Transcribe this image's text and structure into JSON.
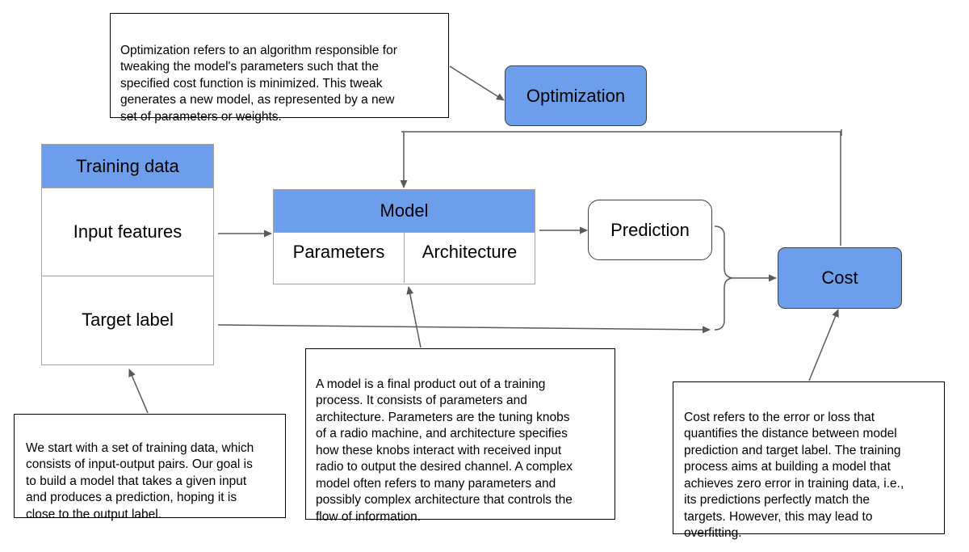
{
  "notes": {
    "optimization": "Optimization refers to an algorithm responsible for\ntweaking the model's parameters such that the\nspecified cost function is minimized. This tweak\ngenerates a new model, as represented by a new\nset of parameters or weights.",
    "training": "We start with a set of training data, which\nconsists of input-output pairs. Our goal is\nto build a model that takes a given input\nand produces a prediction, hoping it is\nclose to the output label.",
    "model": "A model is a final product out of a training\nprocess. It consists of parameters and\narchitecture. Parameters are the tuning knobs\nof a radio machine, and architecture specifies\nhow these knobs interact with received input\nradio to output the desired channel. A complex\nmodel often refers to many parameters and\npossibly complex architecture that controls the\nflow of information.",
    "cost": "Cost refers to the error or loss that\nquantifies the distance between model\nprediction and target label. The training\nprocess aims at building a model that\nachieves zero error in training data, i.e.,\nits predictions perfectly match the\ntargets. However, this may lead to\noverfitting."
  },
  "nodes": {
    "optimization": "Optimization",
    "training_data": {
      "header": "Training data",
      "input": "Input features",
      "target": "Target label"
    },
    "model": {
      "header": "Model",
      "parameters": "Parameters",
      "architecture": "Architecture"
    },
    "prediction": "Prediction",
    "cost": "Cost"
  },
  "colors": {
    "node_fill": "#6d9eeb",
    "outline": "#3c4043",
    "table_border": "#a3a3a3",
    "connector": "#595959"
  }
}
